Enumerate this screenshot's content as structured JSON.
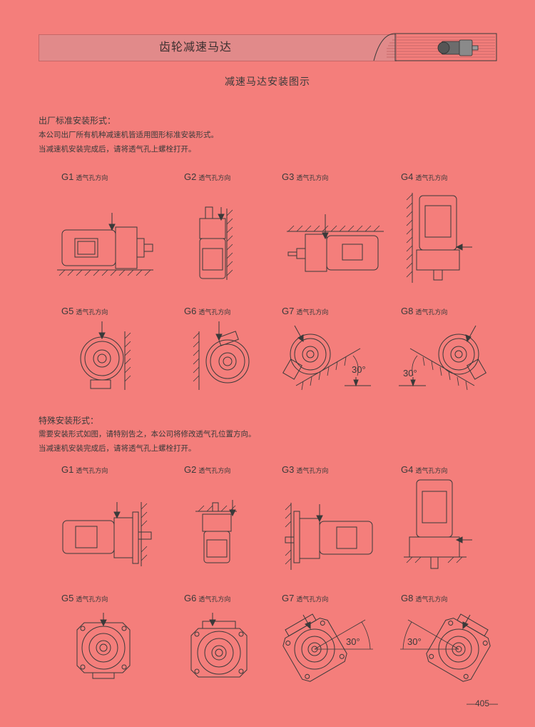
{
  "header": {
    "title": "齿轮减速马达"
  },
  "subtitle": "减速马达安装图示",
  "standard": {
    "heading": "出厂标准安装形式：",
    "line1": "本公司出厂所有机种减速机皆适用图形标准安装形式。",
    "line2": "当减速机安装完成后，请将透气孔上螺栓打开。",
    "labels": [
      {
        "code": "G1",
        "text": "透气孔方向"
      },
      {
        "code": "G2",
        "text": "透气孔方向"
      },
      {
        "code": "G3",
        "text": "透气孔方向"
      },
      {
        "code": "G4",
        "text": "透气孔方向"
      },
      {
        "code": "G5",
        "text": "透气孔方向"
      },
      {
        "code": "G6",
        "text": "透气孔方向"
      },
      {
        "code": "G7",
        "text": "透气孔方向"
      },
      {
        "code": "G8",
        "text": "透气孔方向"
      }
    ],
    "angle_g7": "30°",
    "angle_g8": "30°"
  },
  "special": {
    "heading": "特殊安装形式：",
    "line1": "需要安装形式如图，请特别告之，本公司将修改透气孔位置方向。",
    "line2": "当减速机安装完成后，请将透气孔上螺栓打开。",
    "labels": [
      {
        "code": "G1",
        "text": "透气孔方向"
      },
      {
        "code": "G2",
        "text": "透气孔方向"
      },
      {
        "code": "G3",
        "text": "透气孔方向"
      },
      {
        "code": "G4",
        "text": "透气孔方向"
      },
      {
        "code": "G5",
        "text": "透气孔方向"
      },
      {
        "code": "G6",
        "text": "透气孔方向"
      },
      {
        "code": "G7",
        "text": "透气孔方向"
      },
      {
        "code": "G8",
        "text": "透气孔方向"
      }
    ],
    "angle_g7": "30°",
    "angle_g8": "30°"
  },
  "page_number": "—405—",
  "colors": {
    "background": "#f47e7b",
    "line": "#3a3a3a",
    "header_bar": "#e18a8a"
  }
}
